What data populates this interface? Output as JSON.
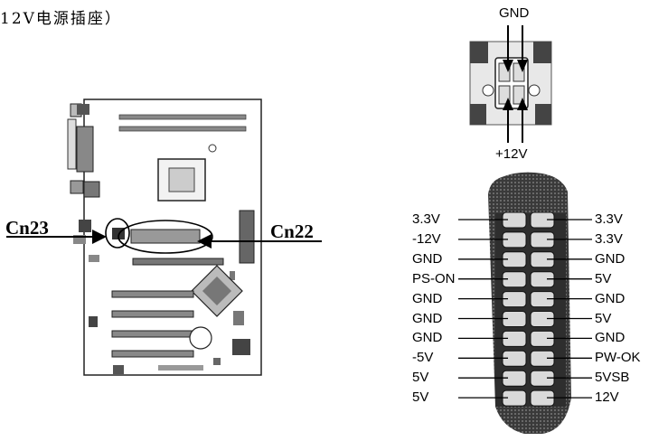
{
  "heading": "12V电源插座）",
  "motherboard": {
    "left_connector": "Cn23",
    "right_connector": "Cn22"
  },
  "connector_4pin": {
    "top_label": "GND",
    "bottom_label": "+12V"
  },
  "connector_20pin": {
    "left_pins": [
      "3.3V",
      "-12V",
      "GND",
      "PS-ON",
      "GND",
      "GND",
      "GND",
      "-5V",
      "5V",
      "5V"
    ],
    "right_pins": [
      "3.3V",
      "3.3V",
      "GND",
      "5V",
      "GND",
      "5V",
      "GND",
      "PW-OK",
      "5VSB",
      "12V"
    ]
  }
}
